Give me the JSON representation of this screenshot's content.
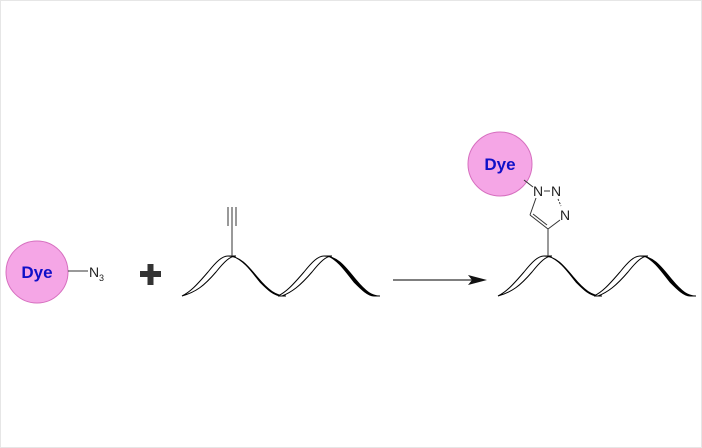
{
  "reactant_dye": {
    "label": "Dye",
    "group": "N",
    "subscript": "3"
  },
  "plus_sign": "+",
  "product_dye": {
    "label": "Dye"
  },
  "triazole_atoms": [
    "N",
    "N",
    "N"
  ],
  "colors": {
    "dye_fill": "#f5a6e6",
    "dye_stroke": "#d66fbf",
    "dye_text": "#1010c8"
  }
}
